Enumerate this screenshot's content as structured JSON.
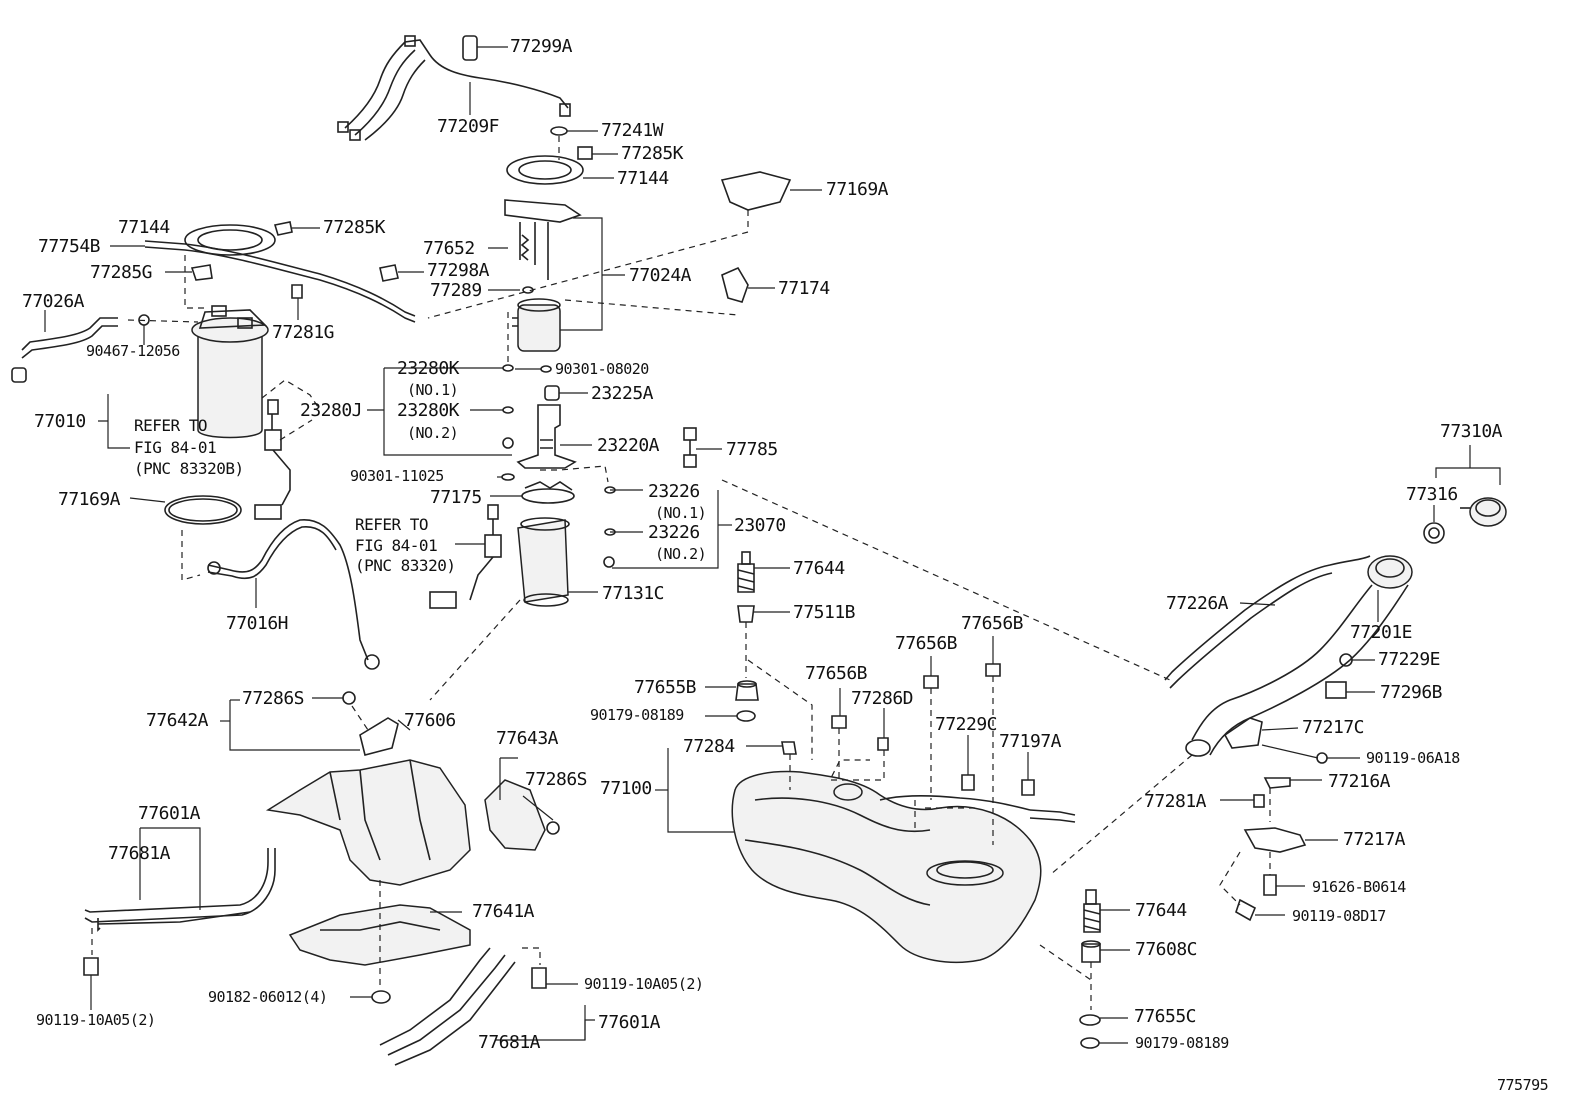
{
  "labels": [
    {
      "id": "77299A",
      "text": "77299A"
    },
    {
      "id": "77209F",
      "text": "77209F"
    },
    {
      "id": "77241W",
      "text": "77241W"
    },
    {
      "id": "77285K_top",
      "text": "77285K"
    },
    {
      "id": "77144_top",
      "text": "77144"
    },
    {
      "id": "77169A_top",
      "text": "77169A"
    },
    {
      "id": "77144_left",
      "text": "77144"
    },
    {
      "id": "77285K_left",
      "text": "77285K"
    },
    {
      "id": "77754B",
      "text": "77754B"
    },
    {
      "id": "77285G",
      "text": "77285G"
    },
    {
      "id": "77298A",
      "text": "77298A"
    },
    {
      "id": "77652",
      "text": "77652"
    },
    {
      "id": "77289",
      "text": "77289"
    },
    {
      "id": "77024A",
      "text": "77024A"
    },
    {
      "id": "77174",
      "text": "77174"
    },
    {
      "id": "77026A",
      "text": "77026A"
    },
    {
      "id": "90467-12056",
      "text": "90467-12056"
    },
    {
      "id": "77281G",
      "text": "77281G"
    },
    {
      "id": "23280K_1",
      "text": "23280K"
    },
    {
      "id": "no1_a",
      "text": "(NO.1)"
    },
    {
      "id": "90301-08020",
      "text": "90301-08020"
    },
    {
      "id": "23225A",
      "text": "23225A"
    },
    {
      "id": "77010",
      "text": "77010"
    },
    {
      "id": "refer1_a",
      "text": "REFER TO"
    },
    {
      "id": "refer1_b",
      "text": "FIG 84-01"
    },
    {
      "id": "refer1_c",
      "text": "(PNC 83320B)"
    },
    {
      "id": "23280J",
      "text": "23280J"
    },
    {
      "id": "23280K_2",
      "text": "23280K"
    },
    {
      "id": "no2_a",
      "text": "(NO.2)"
    },
    {
      "id": "23220A",
      "text": "23220A"
    },
    {
      "id": "77785",
      "text": "77785"
    },
    {
      "id": "90301-11025",
      "text": "90301-11025"
    },
    {
      "id": "77175",
      "text": "77175"
    },
    {
      "id": "23226_1",
      "text": "23226"
    },
    {
      "id": "no1_b",
      "text": "(NO.1)"
    },
    {
      "id": "23226_2",
      "text": "23226"
    },
    {
      "id": "23070",
      "text": "23070"
    },
    {
      "id": "no2_b",
      "text": "(NO.2)"
    },
    {
      "id": "77169A_left",
      "text": "77169A"
    },
    {
      "id": "refer2_a",
      "text": "REFER TO"
    },
    {
      "id": "refer2_b",
      "text": "FIG 84-01"
    },
    {
      "id": "refer2_c",
      "text": "(PNC 83320)"
    },
    {
      "id": "77644_top",
      "text": "77644"
    },
    {
      "id": "77131C",
      "text": "77131C"
    },
    {
      "id": "77016H",
      "text": "77016H"
    },
    {
      "id": "77511B",
      "text": "77511B"
    },
    {
      "id": "77310A",
      "text": "77310A"
    },
    {
      "id": "77316",
      "text": "77316"
    },
    {
      "id": "77226A",
      "text": "77226A"
    },
    {
      "id": "77201E",
      "text": "77201E"
    },
    {
      "id": "77229E",
      "text": "77229E"
    },
    {
      "id": "77296B",
      "text": "77296B"
    },
    {
      "id": "77656B_a",
      "text": "77656B"
    },
    {
      "id": "77656B_b",
      "text": "77656B"
    },
    {
      "id": "77656B_c",
      "text": "77656B"
    },
    {
      "id": "77655B",
      "text": "77655B"
    },
    {
      "id": "90179-08189_top",
      "text": "90179-08189"
    },
    {
      "id": "77286D",
      "text": "77286D"
    },
    {
      "id": "77642A",
      "text": "77642A"
    },
    {
      "id": "77286S_a",
      "text": "77286S"
    },
    {
      "id": "77606",
      "text": "77606"
    },
    {
      "id": "77643A",
      "text": "77643A"
    },
    {
      "id": "77286S_b",
      "text": "77286S"
    },
    {
      "id": "77284",
      "text": "77284"
    },
    {
      "id": "77229C",
      "text": "77229C"
    },
    {
      "id": "77197A",
      "text": "77197A"
    },
    {
      "id": "77217C",
      "text": "77217C"
    },
    {
      "id": "90119-06A18",
      "text": "90119-06A18"
    },
    {
      "id": "77100",
      "text": "77100"
    },
    {
      "id": "77216A",
      "text": "77216A"
    },
    {
      "id": "77281A",
      "text": "77281A"
    },
    {
      "id": "77601A_left",
      "text": "77601A"
    },
    {
      "id": "77681A_left",
      "text": "77681A"
    },
    {
      "id": "77217A",
      "text": "77217A"
    },
    {
      "id": "91626-B0614",
      "text": "91626-B0614"
    },
    {
      "id": "77644_bot",
      "text": "77644"
    },
    {
      "id": "90119-08D17",
      "text": "90119-08D17"
    },
    {
      "id": "77641A",
      "text": "77641A"
    },
    {
      "id": "77608C",
      "text": "77608C"
    },
    {
      "id": "90119-10A05_mid",
      "text": "90119-10A05(2)"
    },
    {
      "id": "90182-06012",
      "text": "90182-06012(4)"
    },
    {
      "id": "77655C",
      "text": "77655C"
    },
    {
      "id": "90119-10A05_left",
      "text": "90119-10A05(2)"
    },
    {
      "id": "77601A_bot",
      "text": "77601A"
    },
    {
      "id": "77681A_bot",
      "text": "77681A"
    },
    {
      "id": "90179-08189_bot",
      "text": "90179-08189"
    },
    {
      "id": "figure_number",
      "text": "775795"
    }
  ]
}
